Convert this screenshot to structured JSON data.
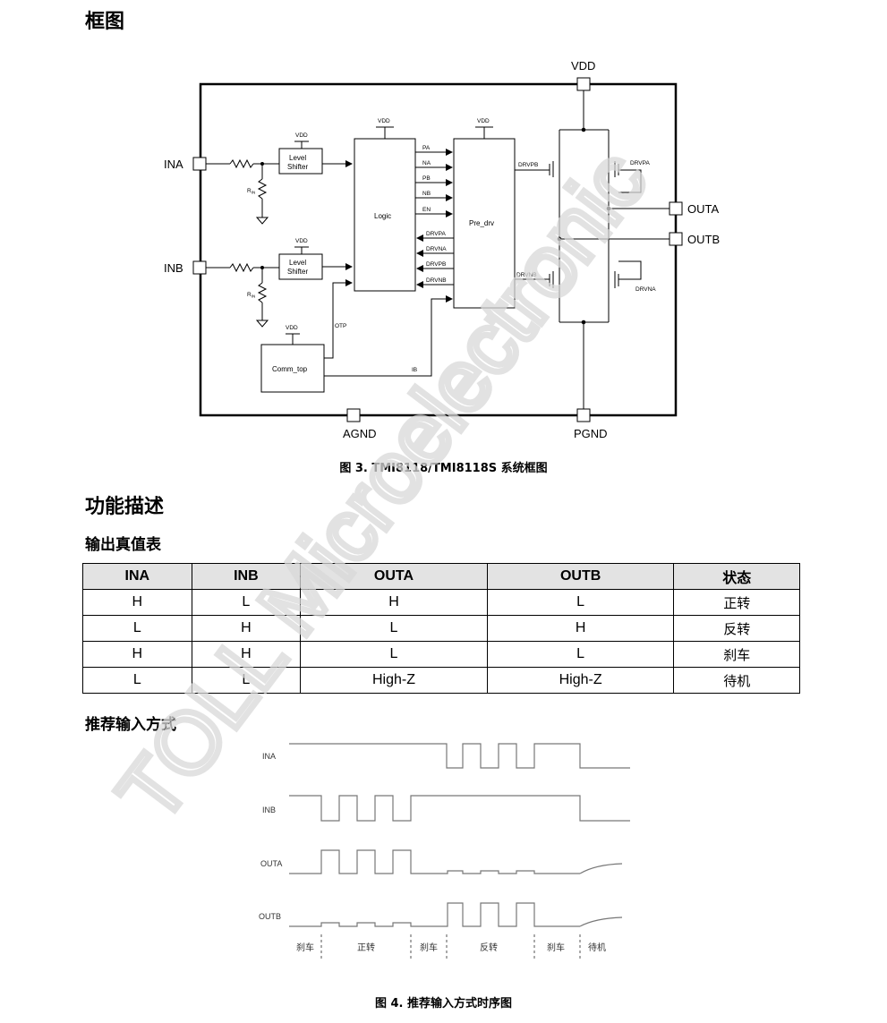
{
  "sections": {
    "block_diagram_title": "框图",
    "function_title": "功能描述",
    "truth_table_title": "输出真值表",
    "input_mode_title": "推荐输入方式"
  },
  "figure3": {
    "caption": "图 3. TMI8118/TMI8118S 系统框图",
    "pins": {
      "vdd": "VDD",
      "ina": "INA",
      "inb": "INB",
      "outa": "OUTA",
      "outb": "OUTB",
      "agnd": "AGND",
      "pgnd": "PGND"
    },
    "blocks": {
      "level_shifter_1": "Level",
      "level_shifter_2": "Shifter",
      "logic": "Logic",
      "predrv": "Pre_drv",
      "comm_top": "Comm_top"
    },
    "small_vdd": "VDD",
    "resistor_label": "R",
    "resistor_sub": "IN",
    "signals": {
      "pa": "PA",
      "na": "NA",
      "pb": "PB",
      "nb": "NB",
      "en": "EN",
      "drvpa": "DRVPA",
      "drvna": "DRVNA",
      "drvpb": "DRVPB",
      "drvnb": "DRVNB",
      "otp": "OTP",
      "ib": "IB"
    }
  },
  "truth_table": {
    "headers": [
      "INA",
      "INB",
      "OUTA",
      "OUTB",
      "状态"
    ],
    "rows": [
      [
        "H",
        "L",
        "H",
        "L",
        "正转"
      ],
      [
        "L",
        "H",
        "L",
        "H",
        "反转"
      ],
      [
        "H",
        "H",
        "L",
        "L",
        "刹车"
      ],
      [
        "L",
        "L",
        "High-Z",
        "High-Z",
        "待机"
      ]
    ]
  },
  "figure4": {
    "caption": "图 4. 推荐输入方式时序图",
    "signal_labels": [
      "INA",
      "INB",
      "OUTA",
      "OUTB"
    ],
    "phases": [
      "刹车",
      "正转",
      "刹车",
      "反转",
      "刹车",
      "待机"
    ]
  },
  "watermark": "TOLL Microelectronic"
}
